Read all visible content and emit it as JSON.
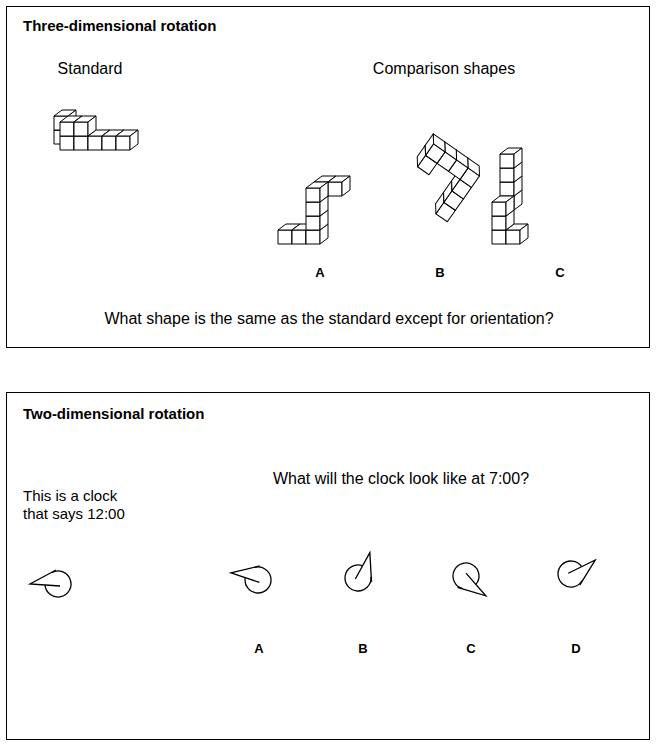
{
  "diagram": {
    "nodes": [
      {
        "text": [
          "Three-dimensional rotation",
          "Standard",
          "Comparison shapes",
          "A",
          "B",
          "C",
          "What shape is the same as the standard except for orientation?"
        ]
      },
      {
        "text": [
          "Two-dimensional rotation",
          "What will the clock look like at 7:00?",
          "This is a clock that says 12:00",
          "A",
          "B",
          "C",
          "D"
        ]
      }
    ]
  }
}
